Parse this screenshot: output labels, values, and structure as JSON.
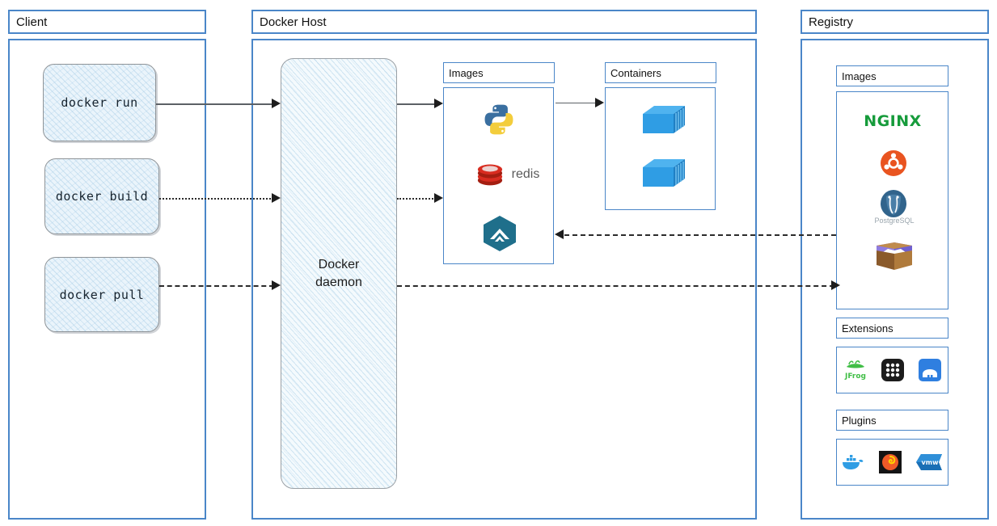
{
  "zones": {
    "client": {
      "title": "Client"
    },
    "host": {
      "title": "Docker Host"
    },
    "registry": {
      "title": "Registry"
    }
  },
  "client": {
    "commands": [
      {
        "label": "docker run",
        "icon": "rounded-sketch-box",
        "connector": "solid"
      },
      {
        "label": "docker build",
        "icon": "rounded-sketch-box",
        "connector": "dotted"
      },
      {
        "label": "docker pull",
        "icon": "rounded-sketch-box",
        "connector": "dashed"
      }
    ]
  },
  "host": {
    "daemon": {
      "line1": "Docker",
      "line2": "daemon"
    },
    "images": {
      "title": "Images",
      "items": [
        {
          "name": "python-logo",
          "label": "Python"
        },
        {
          "name": "redis-logo",
          "label": "redis"
        },
        {
          "name": "portainer-logo",
          "label": "Portainer"
        }
      ]
    },
    "containers": {
      "title": "Containers",
      "items": [
        {
          "name": "shipping-container-icon",
          "label": "Container"
        },
        {
          "name": "shipping-container-icon",
          "label": "Container"
        }
      ]
    }
  },
  "registry": {
    "images": {
      "title": "Images",
      "items": [
        {
          "name": "nginx-logo",
          "label": "NGINX"
        },
        {
          "name": "ubuntu-logo",
          "label": "Ubuntu"
        },
        {
          "name": "postgresql-logo",
          "label": "PostgreSQL"
        },
        {
          "name": "package-box-icon",
          "label": "Package"
        }
      ]
    },
    "extensions": {
      "title": "Extensions",
      "items": [
        {
          "name": "jfrog-logo",
          "label": "JFrog"
        },
        {
          "name": "grid-apps-icon",
          "label": "Apps"
        },
        {
          "name": "blue-tunnel-icon",
          "label": "Tunnel"
        }
      ]
    },
    "plugins": {
      "title": "Plugins",
      "items": [
        {
          "name": "docker-whale-logo",
          "label": "Docker"
        },
        {
          "name": "grafana-logo",
          "label": "Grafana"
        },
        {
          "name": "vmware-logo",
          "label": "vmw"
        }
      ]
    }
  },
  "connectors": [
    {
      "name": "run-to-daemon",
      "style": "solid",
      "direction": "right"
    },
    {
      "name": "build-to-daemon",
      "style": "dotted",
      "direction": "right"
    },
    {
      "name": "pull-to-daemon",
      "style": "dashed",
      "direction": "right"
    },
    {
      "name": "daemon-to-images",
      "style": "solid",
      "direction": "right"
    },
    {
      "name": "daemon-to-images-build",
      "style": "dotted",
      "direction": "right"
    },
    {
      "name": "images-to-containers",
      "style": "solid",
      "direction": "right"
    },
    {
      "name": "registry-to-images",
      "style": "dashed",
      "direction": "left"
    },
    {
      "name": "daemon-to-registry",
      "style": "dashed",
      "direction": "right"
    }
  ],
  "colors": {
    "panel_border": "#4a86c8",
    "sketch_fill": "#eaf4fb",
    "arrow": "#1d1d1d",
    "nginx_green": "#169b3b",
    "ubuntu_orange": "#e95420",
    "redis_red": "#d82c20",
    "container_blue": "#2f9de4",
    "portainer_blue": "#13636f"
  }
}
